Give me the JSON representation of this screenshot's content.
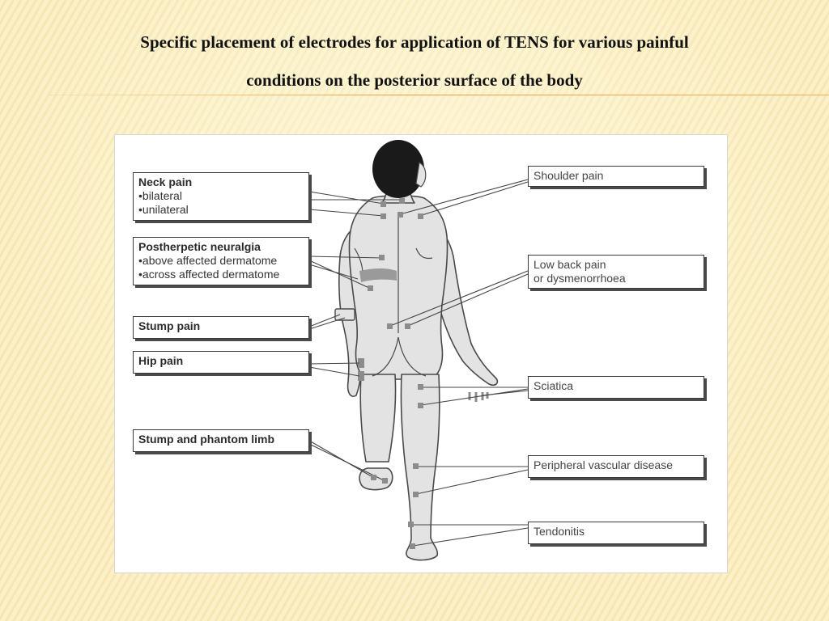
{
  "slide": {
    "title_line1": "Specific placement of electrodes for application of TENS for various painful",
    "title_line2": "conditions on the posterior surface of the body"
  },
  "labels": {
    "neck_pain": {
      "head": "Neck pain",
      "items": [
        "bilateral",
        "unilateral"
      ]
    },
    "postherpetic": {
      "head": "Postherpetic neuralgia",
      "items": [
        "above affected dermatome",
        "across affected dermatome"
      ]
    },
    "stump_pain": {
      "head": "Stump pain"
    },
    "hip_pain": {
      "head": "Hip pain"
    },
    "stump_phantom": {
      "head": "Stump and phantom limb"
    },
    "shoulder_pain": {
      "text": "Shoulder pain"
    },
    "low_back": {
      "line1": "Low back pain",
      "line2": "or dysmenorrhoea"
    },
    "sciatica": {
      "text": "Sciatica"
    },
    "pvd": {
      "text": "Peripheral vascular disease"
    },
    "tendonitis": {
      "text": "Tendonitis"
    }
  },
  "colors": {
    "skin": "#e3e3e3",
    "outline": "#4a4a4a",
    "hair": "#1a1a1a",
    "electrode": "#8c8c8c",
    "band": "#9a9a9a"
  }
}
